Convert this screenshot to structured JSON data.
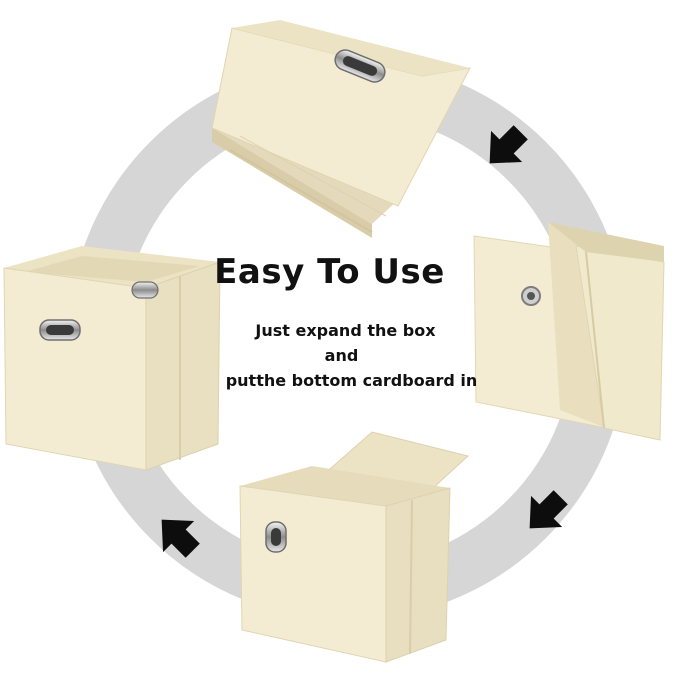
{
  "headline": {
    "title": "Easy To Use",
    "lines": [
      "Just expand the box",
      "and",
      "putthe bottom cardboard in"
    ]
  },
  "colors": {
    "ring": "#d6d6d6",
    "fabric": "#f3ecd2",
    "fabric_shade": "#e6dcbc",
    "fabric_dark": "#d8cca6",
    "arrow": "#0d0d0d",
    "handle": "#9a9a9a"
  },
  "icons": [
    "arrow-down-right-icon",
    "arrow-down-left-icon",
    "arrow-up-left-icon"
  ]
}
